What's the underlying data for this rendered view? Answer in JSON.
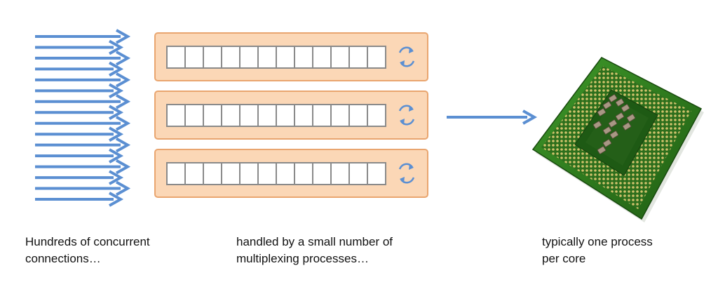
{
  "captions": {
    "connections": {
      "line1": "Hundreds of concurrent",
      "line2": "connections…"
    },
    "processes": {
      "line1": "handled by a small number of",
      "line2": "multiplexing processes…"
    },
    "cores": {
      "line1": "typically one process",
      "line2": "per core"
    }
  },
  "diagram": {
    "incoming_connection_count": 16,
    "process_count": 3,
    "slots_per_process": 12,
    "colors": {
      "arrow": "#5b8fd2",
      "process_fill": "#fbd7b6",
      "process_border": "#e9a56f",
      "slot_border": "#8a8a8a",
      "cycle": "#5b8fd2",
      "pcb_green": "#2f7a1e",
      "pin_gold": "#c9b45a",
      "die_green": "#1e5a14"
    },
    "icons": {
      "process_cycle": "cycle-arrows-icon",
      "cpu": "cpu-chip-icon"
    }
  }
}
